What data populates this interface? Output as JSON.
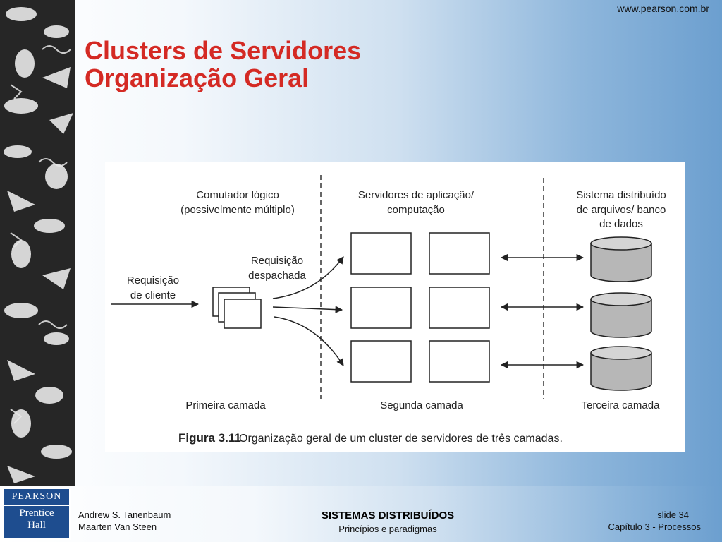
{
  "header": {
    "url": "www.pearson.com.br"
  },
  "title": {
    "line1": "Clusters de Servidores",
    "line2": "Organização Geral"
  },
  "figure": {
    "switch_label_line1": "Comutador lógico",
    "switch_label_line2": "(possivelmente múltiplo)",
    "servers_label_line1": "Servidores de aplicação/",
    "servers_label_line2": "computação",
    "storage_label_line1": "Sistema distribuído",
    "storage_label_line2": "de arquivos/ banco",
    "storage_label_line3": "de dados",
    "client_request_line1": "Requisição",
    "client_request_line2": "de cliente",
    "dispatched_line1": "Requisição",
    "dispatched_line2": "despachada",
    "tier1": "Primeira camada",
    "tier2": "Segunda camada",
    "tier3": "Terceira camada",
    "caption_prefix": "Figura 3.11",
    "caption_text": "Organização geral de um cluster de servidores de três camadas."
  },
  "footer": {
    "author_line1": "Andrew S. Tanenbaum",
    "author_line2": "Maarten Van Steen",
    "course_title": "SISTEMAS DISTRIBUÍDOS",
    "course_subtitle": "Princípios e paradigmas",
    "slide_label": "slide  34",
    "chapter_label": "Capítulo 3 - Processos"
  },
  "logo": {
    "top": "PEARSON",
    "line1": "Prentice",
    "line2": "Hall"
  },
  "colors": {
    "title": "#d42a24",
    "logo_bg": "#1e4d8f",
    "strip_bg": "#262626",
    "db_fill": "#b7b7b7"
  }
}
